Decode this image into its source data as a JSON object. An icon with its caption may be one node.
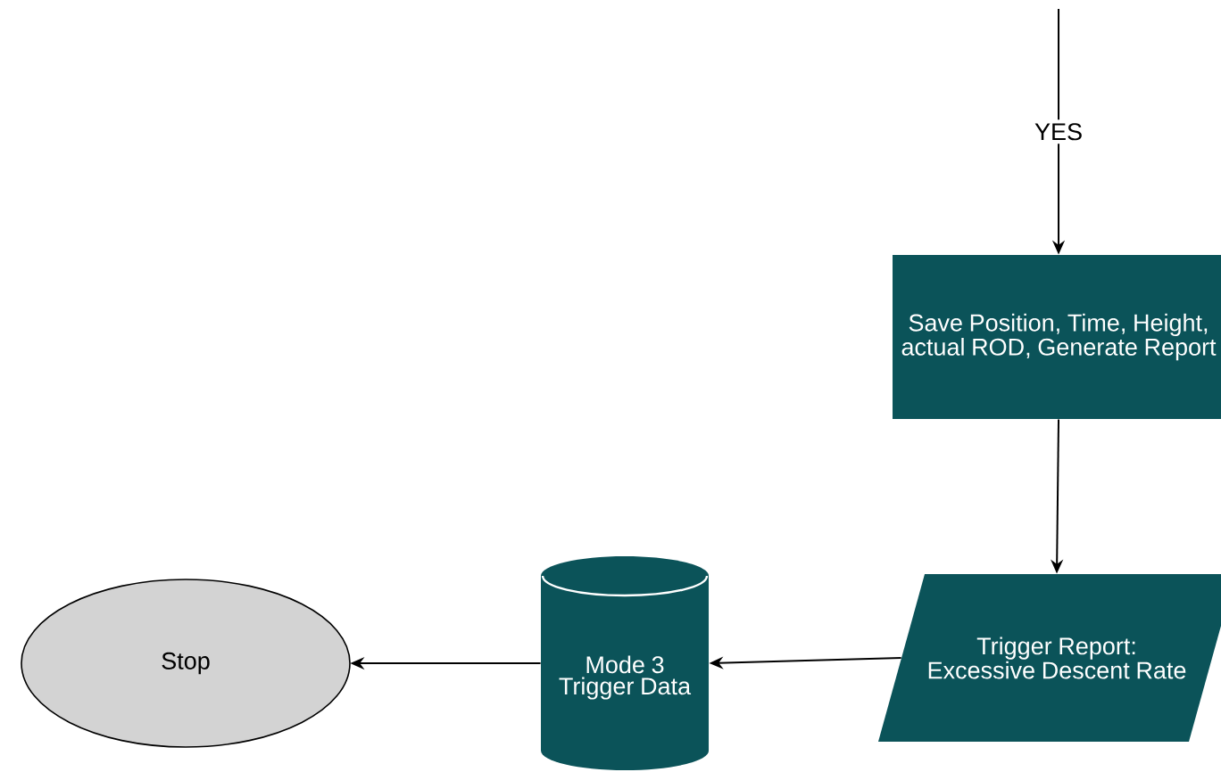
{
  "diagram": {
    "nodes": [
      {
        "text": [
          "Save Position, Time, Height, actual ROD, Generate Report"
        ]
      },
      {
        "text": [
          "Trigger Report: Excessive Descent Rate"
        ]
      },
      {
        "text": [
          "Mode 3 Trigger Data"
        ]
      },
      {
        "text": [
          "Stop"
        ]
      }
    ],
    "edges": [
      {
        "from": null,
        "to": 0,
        "arrow": "to",
        "label": "YES"
      },
      {
        "from": 0,
        "to": 1,
        "arrow": "to"
      },
      {
        "from": 1,
        "to": 2,
        "arrow": "to"
      },
      {
        "from": 2,
        "to": 3,
        "arrow": "to"
      }
    ]
  }
}
